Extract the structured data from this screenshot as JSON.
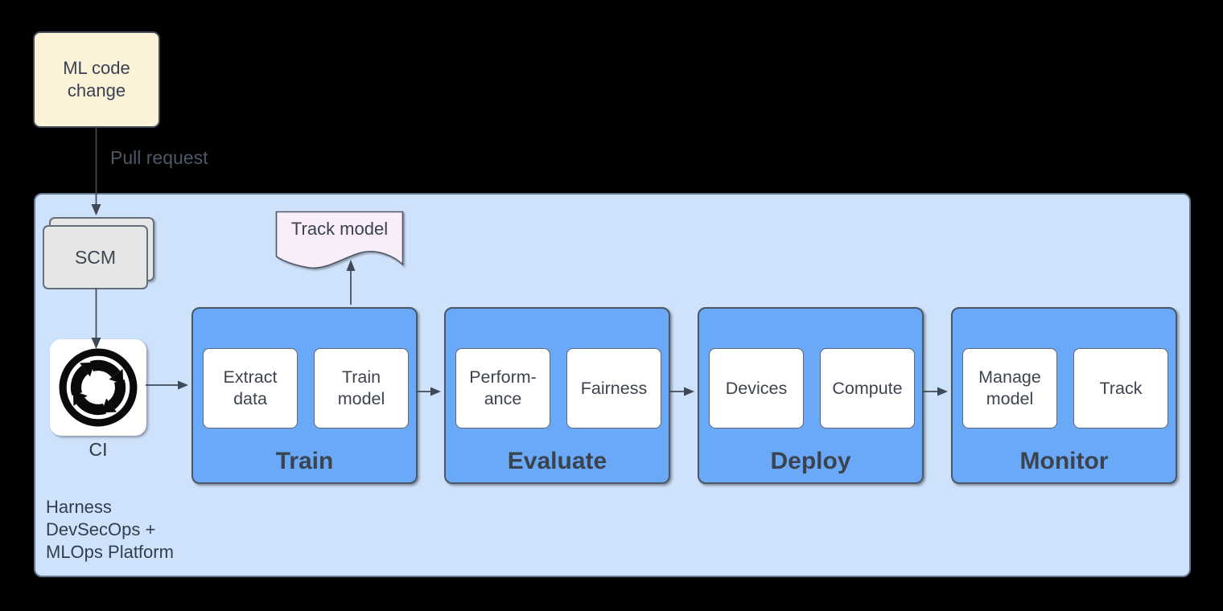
{
  "diagram": {
    "background_color": "#000000",
    "source": {
      "label": "ML code\nchange",
      "fill": "#fcf2d8"
    },
    "pull_request_label": "Pull request",
    "platform": {
      "label": "Harness\nDevSecOps +\nMLOps Platform",
      "fill": "#cfe2fb"
    },
    "scm": {
      "label": "SCM",
      "fill": "#e6e6e6"
    },
    "ci": {
      "label": "CI",
      "icon": "ci-cycle-arrows-icon"
    },
    "track_model": {
      "label": "Track model",
      "fill": "#f8edf9"
    },
    "stages": [
      {
        "title": "Train",
        "items": [
          "Extract\ndata",
          "Train\nmodel"
        ]
      },
      {
        "title": "Evaluate",
        "items": [
          "Perform-\nance",
          "Fairness"
        ]
      },
      {
        "title": "Deploy",
        "items": [
          "Devices",
          "Compute"
        ]
      },
      {
        "title": "Monitor",
        "items": [
          "Manage\nmodel",
          "Track"
        ]
      }
    ],
    "colors": {
      "stage_fill": "#6aa9f8",
      "arrow": "#3f4857",
      "text": "#3a4250"
    }
  }
}
